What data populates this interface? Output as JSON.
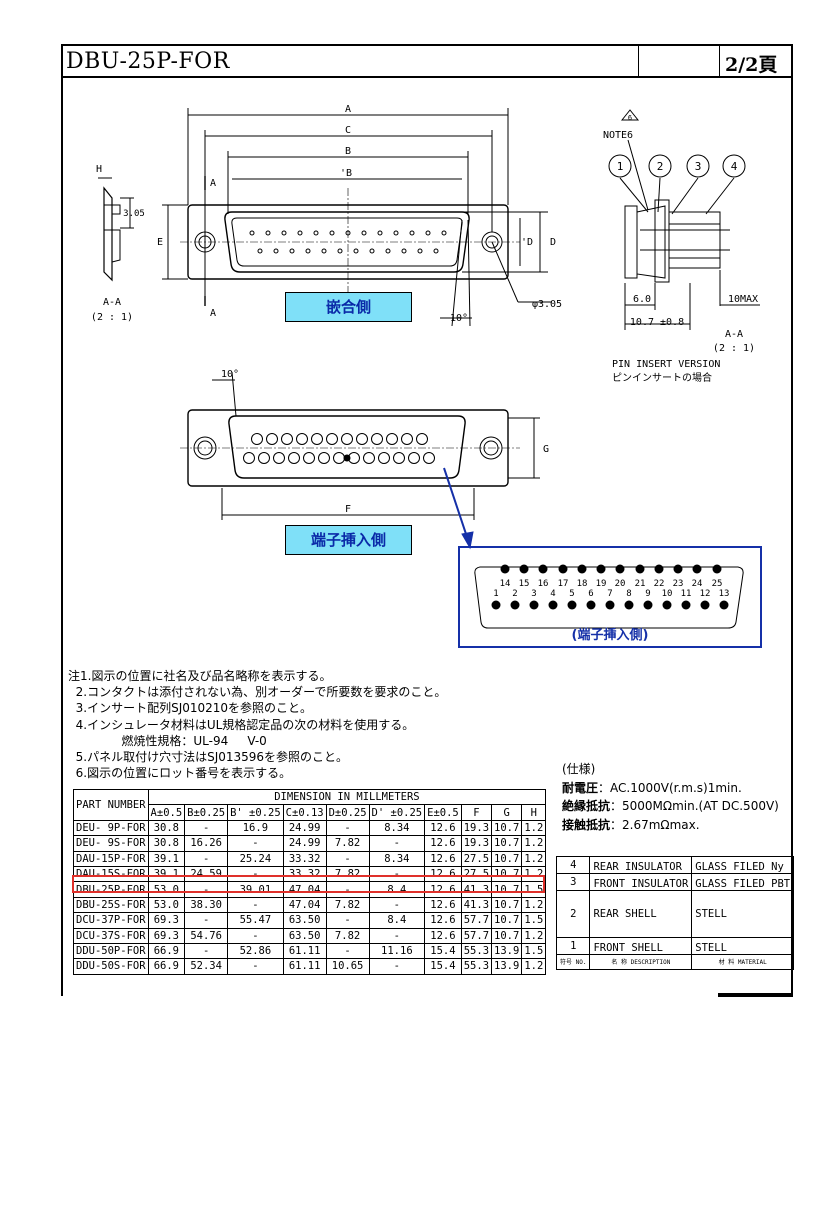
{
  "header": {
    "title": "DBU-25P-FOR",
    "page": "2/2頁"
  },
  "labels": {
    "mating_side": "嵌合側",
    "insert_side": "端子挿入側",
    "insert_side_paren": "(端子挿入側)",
    "section_aa_left": "A-A",
    "scale_left": "(2 : 1)",
    "section_aa_right": "A-A",
    "scale_right": "(2 : 1)",
    "pin_insert_en": "PIN INSERT VERSION",
    "pin_insert_jp": "ピンインサートの場合",
    "note6": "NOTE6",
    "note6_num": "6",
    "dim_A": "A",
    "dim_C": "C",
    "dim_B": "B",
    "dim_B2": "'B",
    "dim_H": "H",
    "dim_E": "E",
    "dim_D": "D",
    "dim_D2": "'D",
    "dim_G": "G",
    "dim_F": "F",
    "dim_sec_a1": "A",
    "dim_sec_a2": "A",
    "dim_h305": "3.05",
    "hole": "φ3.05",
    "angle1": "10°",
    "angle2": "10°",
    "d60": "6.0",
    "d10max": "10MAX",
    "d107": "10.7 ±0.8",
    "balloons": [
      "1",
      "2",
      "3",
      "4"
    ]
  },
  "pins": {
    "top": [
      "14",
      "15",
      "16",
      "17",
      "18",
      "19",
      "20",
      "21",
      "22",
      "23",
      "24",
      "25"
    ],
    "bottom": [
      "1",
      "2",
      "3",
      "4",
      "5",
      "6",
      "7",
      "8",
      "9",
      "10",
      "11",
      "12",
      "13"
    ]
  },
  "notes": [
    "注1.図示の位置に社名及び品名略称を表示する。",
    "  2.コンタクトは添付されない為、別オーダーで所要数を要求のこと。",
    "  3.インサート配列SJ010210を参照のこと。",
    "  4.インシュレータ材料はUL規格認定品の次の材料を使用する。",
    "              燃焼性規格：UL-94     V-0",
    "  5.パネル取付け穴寸法はSJ013596を参照のこと。",
    "  6.図示の位置にロット番号を表示する。"
  ],
  "spec": {
    "title": "(仕様)",
    "rows": [
      {
        "k": "耐電圧",
        "v": "：AC.1000V(r.m.s)1min."
      },
      {
        "k": "絶縁抵抗",
        "v": "：5000MΩmin.(AT DC.500V)"
      },
      {
        "k": "接触抵抗",
        "v": "：2.67mΩmax."
      }
    ]
  },
  "dim_table": {
    "part_header": "PART NUMBER",
    "group_header": "DIMENSION IN MILLMETERS",
    "cols": [
      "A±0.5",
      "B±0.25",
      "B' ±0.25",
      "C±0.13",
      "D±0.25",
      "D' ±0.25",
      "E±0.5",
      "F",
      "G",
      "H"
    ],
    "rows": [
      [
        "DEU- 9P-FOR",
        "30.8",
        "-",
        "16.9",
        "24.99",
        "-",
        "8.34",
        "12.6",
        "19.3",
        "10.7",
        "1.2"
      ],
      [
        "DEU- 9S-FOR",
        "30.8",
        "16.26",
        "-",
        "24.99",
        "7.82",
        "-",
        "12.6",
        "19.3",
        "10.7",
        "1.2"
      ],
      [
        "DAU-15P-FOR",
        "39.1",
        "-",
        "25.24",
        "33.32",
        "-",
        "8.34",
        "12.6",
        "27.5",
        "10.7",
        "1.2"
      ],
      [
        "DAU-15S-FOR",
        "39.1",
        "24.59",
        "-",
        "33.32",
        "7.82",
        "-",
        "12.6",
        "27.5",
        "10.7",
        "1.2"
      ],
      [
        "DBU-25P-FOR",
        "53.0",
        "-",
        "39.01",
        "47.04",
        "-",
        "8.4",
        "12.6",
        "41.3",
        "10.7",
        "1.5"
      ],
      [
        "DBU-25S-FOR",
        "53.0",
        "38.30",
        "-",
        "47.04",
        "7.82",
        "-",
        "12.6",
        "41.3",
        "10.7",
        "1.2"
      ],
      [
        "DCU-37P-FOR",
        "69.3",
        "-",
        "55.47",
        "63.50",
        "-",
        "8.4",
        "12.6",
        "57.7",
        "10.7",
        "1.5"
      ],
      [
        "DCU-37S-FOR",
        "69.3",
        "54.76",
        "-",
        "63.50",
        "7.82",
        "-",
        "12.6",
        "57.7",
        "10.7",
        "1.2"
      ],
      [
        "DDU-50P-FOR",
        "66.9",
        "-",
        "52.86",
        "61.11",
        "-",
        "11.16",
        "15.4",
        "55.3",
        "13.9",
        "1.5"
      ],
      [
        "DDU-50S-FOR",
        "66.9",
        "52.34",
        "-",
        "61.11",
        "10.65",
        "-",
        "15.4",
        "55.3",
        "13.9",
        "1.2"
      ]
    ]
  },
  "materials": {
    "rows": [
      {
        "no": "4",
        "desc": "REAR INSULATOR",
        "mat": "GLASS FILED Ny"
      },
      {
        "no": "3",
        "desc": "FRONT INSULATOR",
        "mat": "GLASS FILED PBT"
      },
      {
        "no": "2",
        "desc": "REAR SHELL",
        "mat": "STELL"
      },
      {
        "no": "1",
        "desc": "FRONT SHELL",
        "mat": "STELL"
      }
    ],
    "hdr_no": "符号 NO.",
    "hdr_desc": "名 称 DESCRIPTION",
    "hdr_mat": "材 料 MATERIAL"
  },
  "colors": {
    "label_bg": "#7fe0f8",
    "label_text": "#0a2aa8",
    "highlight": "#e0302a",
    "pinbox": "#1530a8"
  }
}
